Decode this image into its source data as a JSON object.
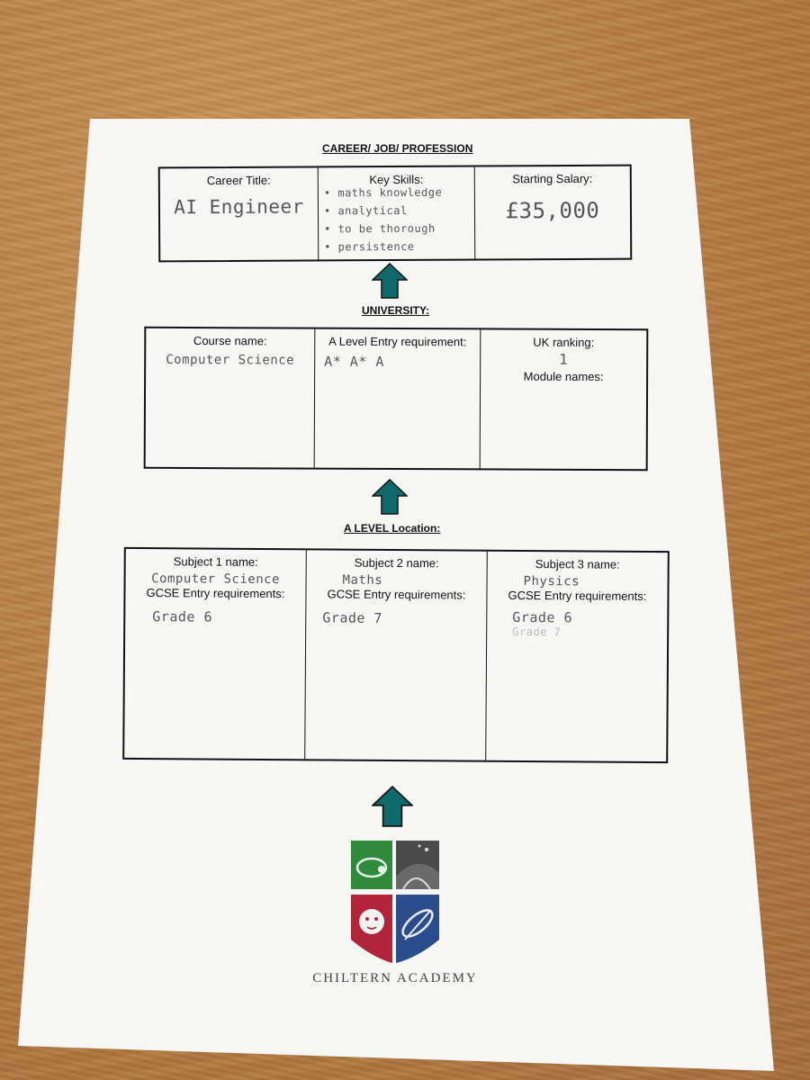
{
  "career": {
    "heading": "CAREER/ JOB/ PROFESSION",
    "title_label": "Career Title:",
    "title_value": "AI Engineer",
    "skills_label": "Key Skills:",
    "skills": [
      "maths knowledge",
      "analytical",
      "to be thorough",
      "persistence"
    ],
    "salary_label": "Starting Salary:",
    "salary_value": "£35,000"
  },
  "university": {
    "heading": "UNIVERSITY:",
    "course_label": "Course name:",
    "course_value": "Computer Science",
    "entry_label": "A Level Entry requirement:",
    "entry_value": "A* A* A",
    "ranking_label": "UK ranking:",
    "ranking_value": "1",
    "modules_label": "Module names:"
  },
  "alevel": {
    "heading": "A LEVEL Location:",
    "subjects": [
      {
        "label": "Subject 1 name:",
        "name": "Computer Science",
        "gcse_label": "GCSE Entry requirements:",
        "grade": "Grade 6",
        "grade2": ""
      },
      {
        "label": "Subject 2 name:",
        "name": "Maths",
        "gcse_label": "GCSE Entry requirements:",
        "grade": "Grade 7",
        "grade2": ""
      },
      {
        "label": "Subject 3 name:",
        "name": "Physics",
        "gcse_label": "GCSE Entry requirements:",
        "grade": "Grade 6",
        "grade2": "Grade 7"
      }
    ]
  },
  "footer": {
    "academy": "CHILTERN ACADEMY"
  },
  "colors": {
    "arrow": "#0f6b6b",
    "green": "#2f8a3a",
    "grey": "#4a4a4a",
    "red": "#b3243a",
    "blue": "#2b4d8c"
  },
  "icons": {
    "arrow": "arrow-up-icon",
    "crest": "academy-crest-icon"
  }
}
